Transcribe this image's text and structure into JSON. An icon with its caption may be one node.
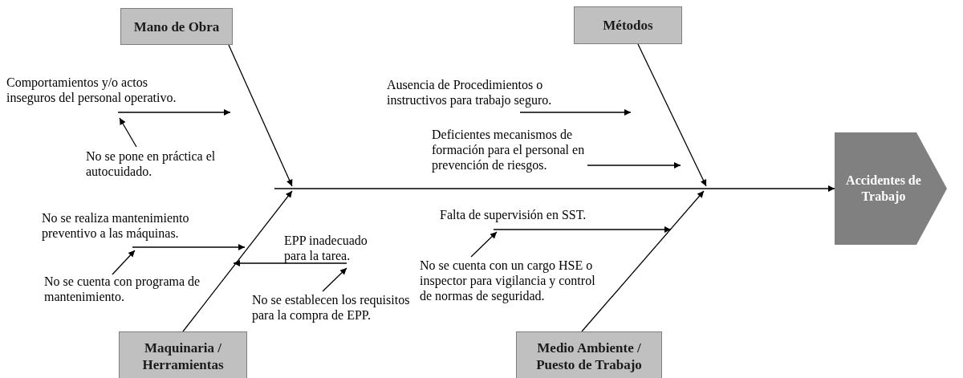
{
  "diagram": {
    "nodes": [
      {
        "text": [
          "Mano de Obra"
        ]
      },
      {
        "text": [
          "Comportamientos y/o actos inseguros del personal operativo."
        ]
      },
      {
        "text": [
          "No se pone en práctica el autocuidado."
        ]
      },
      {
        "text": [
          "Métodos"
        ]
      },
      {
        "text": [
          "Ausencia de Procedimientos o instructivos para trabajo seguro."
        ]
      },
      {
        "text": [
          "Deficientes mecanismos de formación para el personal en prevención de riesgos."
        ]
      },
      {
        "text": [
          "Accidentes de Trabajo"
        ]
      },
      {
        "text": [
          "No se realiza mantenimiento preventivo a las máquinas."
        ]
      },
      {
        "text": [
          "No se cuenta con programa de mantenimiento."
        ]
      },
      {
        "text": [
          "EPP inadecuado para la tarea."
        ]
      },
      {
        "text": [
          "No se establecen los requisitos para la compra de EPP."
        ]
      },
      {
        "text": [
          "Falta de supervisión en SST."
        ]
      },
      {
        "text": [
          "No se cuenta con un cargo HSE o inspector para vigilancia y control de normas de seguridad."
        ]
      },
      {
        "text": [
          "Maquinaria / Herramientas"
        ]
      },
      {
        "text": [
          "Medio Ambiente / Puesto de Trabajo"
        ]
      }
    ],
    "edges": [
      {
        "from": 0,
        "to": null,
        "arrow": "to"
      },
      {
        "from": 1,
        "to": null,
        "arrow": "to"
      },
      {
        "from": 2,
        "to": 1,
        "arrow": "to"
      },
      {
        "from": 3,
        "to": null,
        "arrow": "to"
      },
      {
        "from": 4,
        "to": null,
        "arrow": "to"
      },
      {
        "from": 5,
        "to": null,
        "arrow": "to"
      },
      {
        "from": null,
        "to": 6,
        "arrow": "to"
      },
      {
        "from": 7,
        "to": null,
        "arrow": "to"
      },
      {
        "from": 8,
        "to": 7,
        "arrow": "to"
      },
      {
        "from": 9,
        "to": null,
        "arrow": "to"
      },
      {
        "from": 10,
        "to": 9,
        "arrow": "to"
      },
      {
        "from": 11,
        "to": null,
        "arrow": "to"
      },
      {
        "from": 12,
        "to": 11,
        "arrow": "to"
      },
      {
        "from": 13,
        "to": null,
        "arrow": "to"
      },
      {
        "from": 14,
        "to": null,
        "arrow": "to"
      }
    ]
  }
}
